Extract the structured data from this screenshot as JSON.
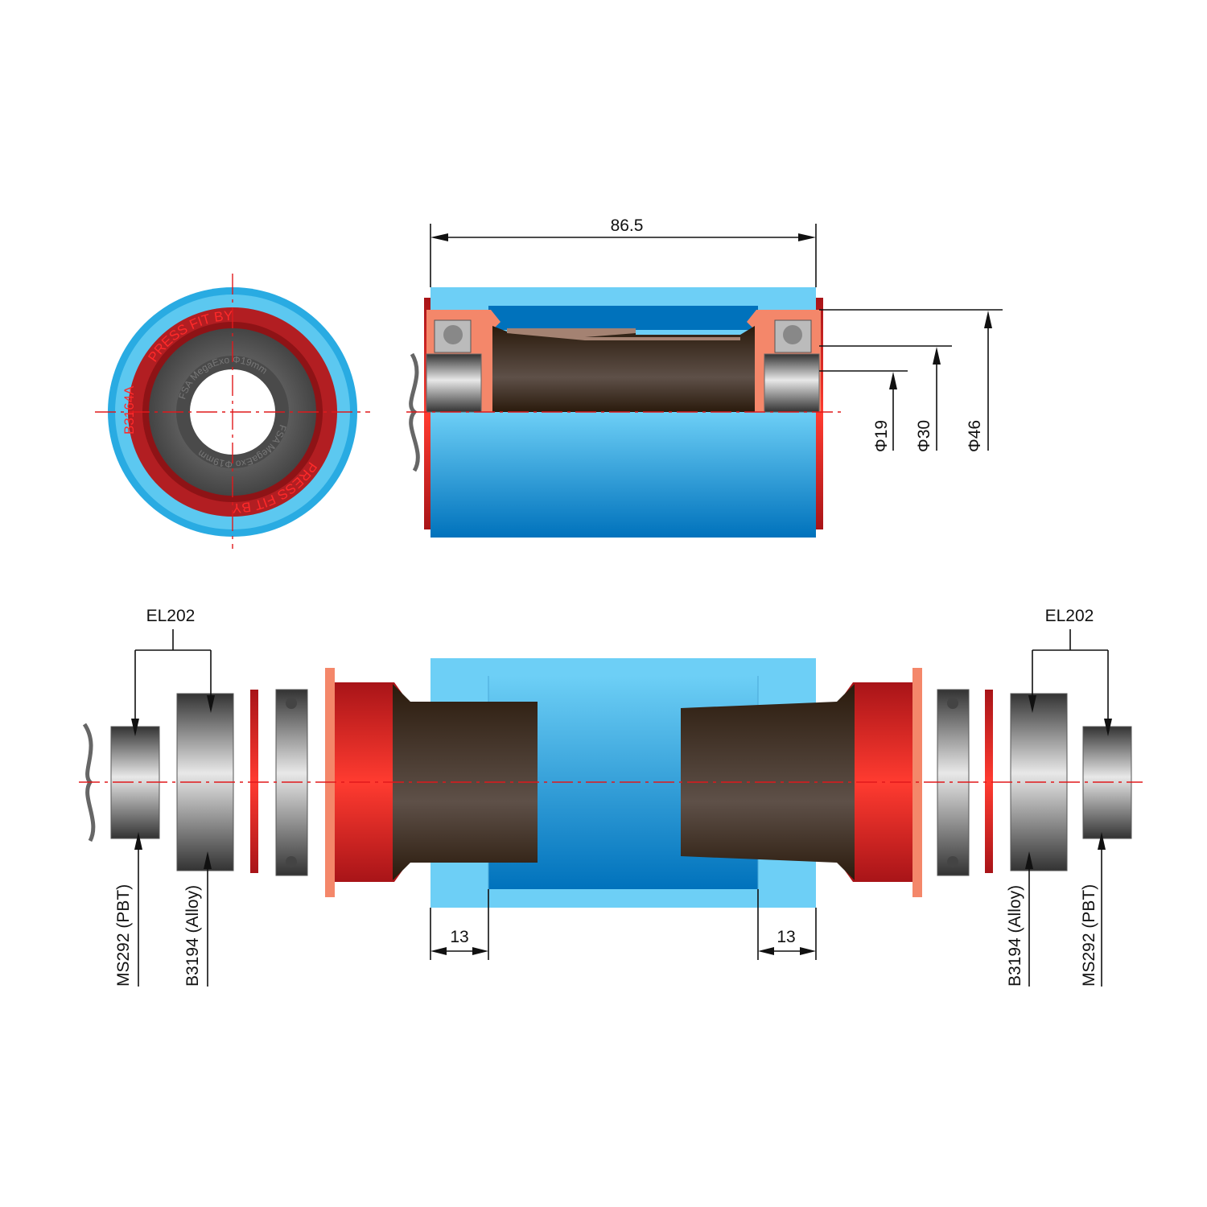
{
  "colors": {
    "shell_light": "#6dcff6",
    "shell_dark": "#0072bc",
    "cup_red": "#e8262a",
    "cup_salmon": "#f4876a",
    "sleeve_brown": "#3b2a1c",
    "centerline": "#e0191c"
  },
  "end_view": {
    "ring_text_top": "PRESS FIT BY",
    "ring_text_bottom": "PRESS FIT BY",
    "part_code": "B3164A",
    "inner_text_top": "FSA MegaExo Φ19mm",
    "inner_text_bottom": "FSA MegaExo Φ19mm"
  },
  "section_view": {
    "width_dim": "86.5",
    "diameters": [
      "Φ19",
      "Φ30",
      "Φ46"
    ]
  },
  "exploded_view": {
    "left_group_label": "EL202",
    "right_group_label": "EL202",
    "left_parts": [
      "MS292 (PBT)",
      "B3194 (Alloy)"
    ],
    "right_parts": [
      "B3194 (Alloy)",
      "MS292 (PBT)"
    ],
    "left_depth_dim": "13",
    "right_depth_dim": "13"
  }
}
